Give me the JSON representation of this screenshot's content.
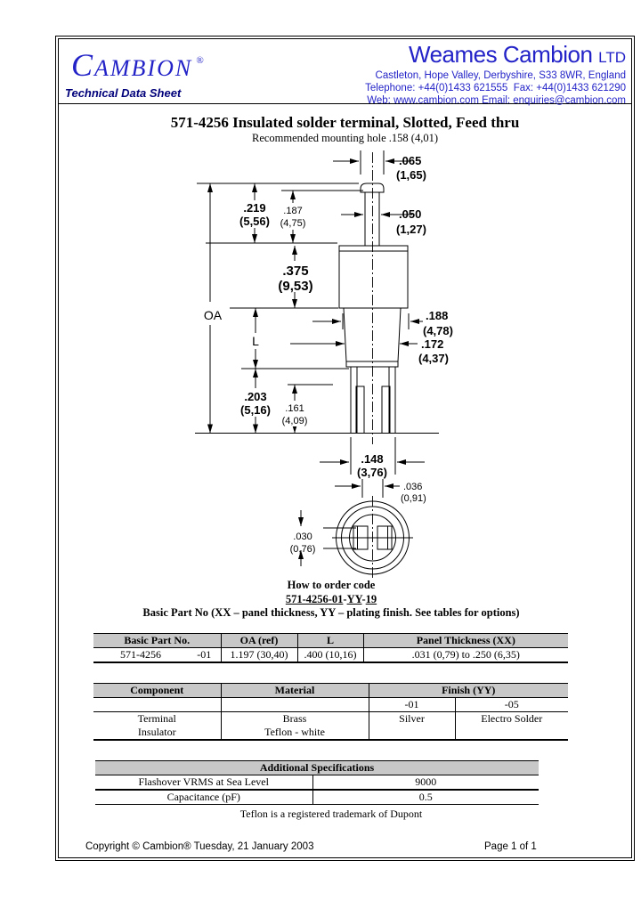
{
  "header": {
    "logo_first": "C",
    "logo_rest": "AMBION",
    "registered_mark": "®",
    "tagline": "Technical Data Sheet",
    "company_name": "Weames Cambion",
    "company_suffix": "LTD",
    "address": "Castleton, Hope Valley, Derbyshire, S33 8WR, England",
    "contact": "Telephone: +44(0)1433 621555  Fax: +44(0)1433 621290",
    "web": "Web: www.cambion.com Email: enquiries@cambion.com",
    "accent_color": "#2323c8"
  },
  "title": {
    "main": "571-4256 Insulated solder terminal, Slotted, Feed thru",
    "subtitle": "Recommended mounting hole .158 (4,01)"
  },
  "drawing": {
    "labels": {
      "oa": "OA",
      "l": "L"
    },
    "dims": {
      "d065": {
        "in": ".065",
        "mm": "(1,65)"
      },
      "d050": {
        "in": ".050",
        "mm": "(1,27)"
      },
      "d219": {
        "in": ".219",
        "mm": "(5,56)"
      },
      "d187": {
        "in": ".187",
        "mm": "(4,75)"
      },
      "d375": {
        "in": ".375",
        "mm": "(9,53)"
      },
      "d188": {
        "in": ".188",
        "mm": "(4,78)"
      },
      "d172": {
        "in": ".172",
        "mm": "(4,37)"
      },
      "d203": {
        "in": ".203",
        "mm": "(5,16)"
      },
      "d161": {
        "in": ".161",
        "mm": "(4,09)"
      },
      "d148": {
        "in": ".148",
        "mm": "(3,76)"
      },
      "d036": {
        "in": ".036",
        "mm": "(0,91)"
      },
      "d030": {
        "in": ".030",
        "mm": "(0,76)"
      }
    }
  },
  "order": {
    "heading": "How to order code",
    "code": {
      "p1": "571-4256-01",
      "s1": "-",
      "p2": "YY",
      "s2": "-",
      "p3": "19"
    },
    "note": "Basic Part No (XX – panel thickness, YY – plating finish. See tables for options)"
  },
  "part_table": {
    "h_part": "Basic Part No.",
    "h_oa": "OA (ref)",
    "h_l": "L",
    "h_panel": "Panel Thickness (XX)",
    "part": "571-4256",
    "variant": "-01",
    "oa": "1.197 (30,40)",
    "l": ".400 (10,16)",
    "panel": ".031 (0,79) to .250 (6,35)"
  },
  "material_table": {
    "h_component": "Component",
    "h_material": "Material",
    "h_finish": "Finish (YY)",
    "f1": "-01",
    "f2": "-05",
    "r1": {
      "component": "Terminal",
      "material": "Brass",
      "f1": "Silver",
      "f2": "Electro Solder"
    },
    "r2": {
      "component": "Insulator",
      "material": "Teflon - white",
      "f1": "",
      "f2": ""
    }
  },
  "specs_table": {
    "heading": "Additional Specifications",
    "r1": {
      "label": "Flashover VRMS at Sea Level",
      "value": "9000"
    },
    "r2": {
      "label": "Capacitance (pF)",
      "value": "0.5"
    }
  },
  "trademark_note": "Teflon is a registered trademark of Dupont",
  "footer": {
    "copyright": "Copyright © Cambion® Tuesday, 21 January 2003",
    "page": "Page 1 of  1"
  }
}
